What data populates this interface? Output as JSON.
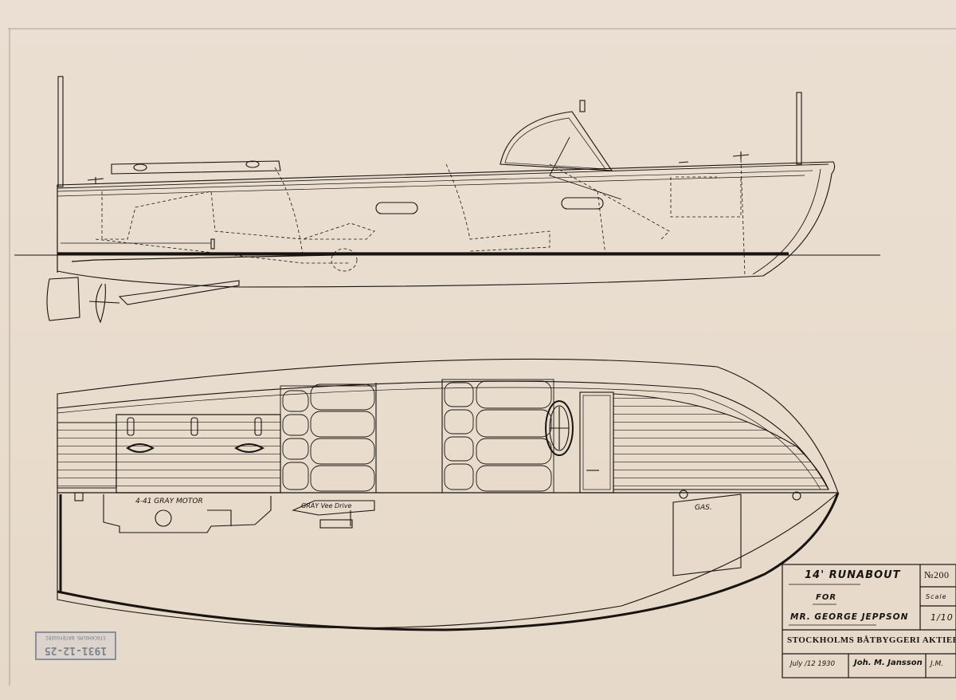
{
  "title_block": {
    "title": "14' RUNABOUT",
    "for_label": "FOR",
    "client": "MR. GEORGE JEPPSON",
    "number": "№200",
    "scale_label": "Scale",
    "scale_value": "1/10",
    "builder": "STOCKHOLMS BÅTBYGGERI AKTIEBOLAG",
    "date": "July /12 1930",
    "signature": "Joh. M. Jansson",
    "initials": "J.M."
  },
  "labels": {
    "motor": "4-41 GRAY MOTOR",
    "drive": "GRAY Vee Drive",
    "gas": "GAS."
  },
  "stamp": {
    "line1": "STOCKHOLMS BÅTBYGGERI",
    "line2": "1931-12-25"
  },
  "colors": {
    "paper": "#e9ddcf",
    "ink": "#1a1410",
    "stamp": "#7d828d"
  }
}
